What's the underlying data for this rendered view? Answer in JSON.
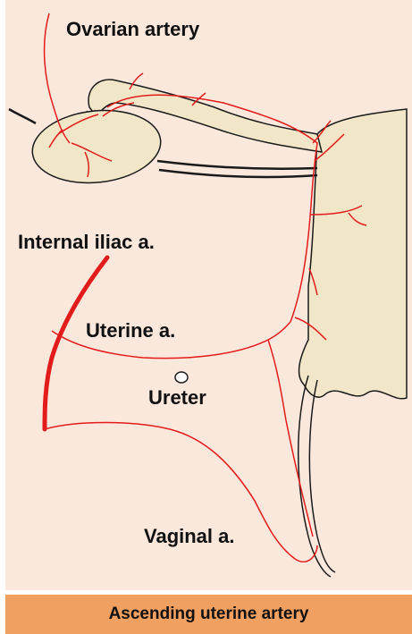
{
  "labels": {
    "ovarian_artery": "Ovarian artery",
    "internal_iliac": "Internal iliac a.",
    "uterine": "Uterine a.",
    "ureter": "Ureter",
    "vaginal": "Vaginal a."
  },
  "caption": "Ascending uterine artery",
  "colors": {
    "background": "#fbe8dc",
    "tissue": "#f2e6c9",
    "artery": "#e21b1b",
    "outline": "#1a1a1a",
    "caption_bar": "#f0a060"
  }
}
